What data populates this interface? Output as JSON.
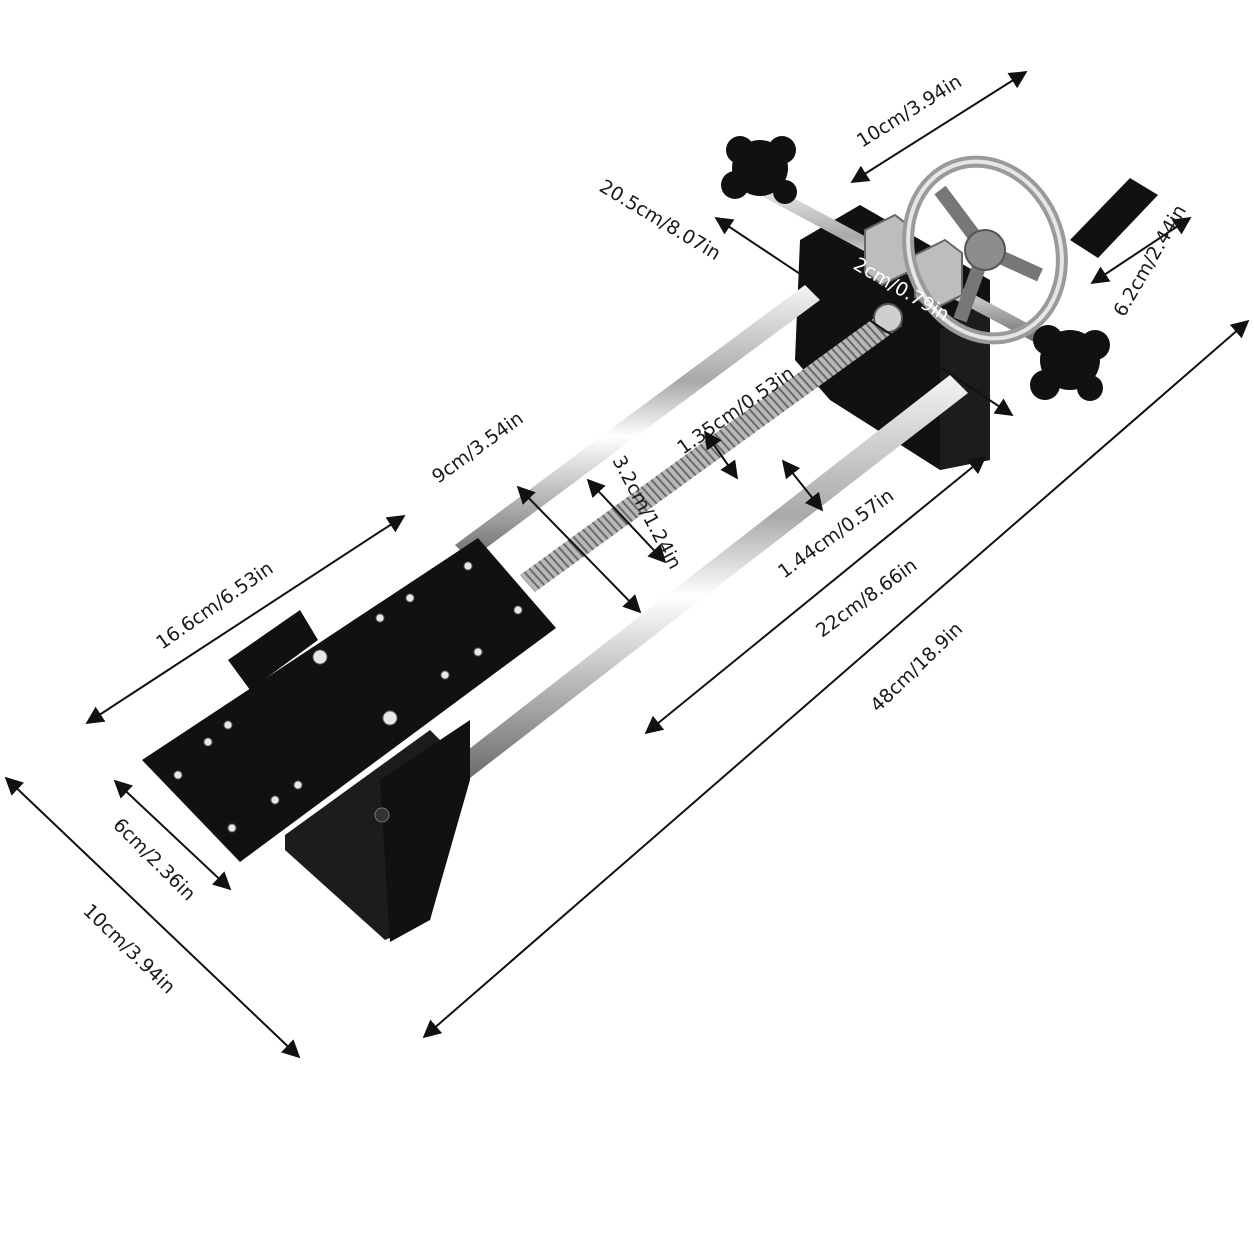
{
  "dimensions": {
    "top_width": "10cm/3.94in",
    "crank_length": "20.5cm/8.07in",
    "handle_width": "6.2cm/2.44in",
    "clamp_gap": "2cm/0.79in",
    "screw_diameter": "1.35cm/0.53in",
    "rod_spacing": "9cm/3.54in",
    "inner_gap": "3.2cm/1.24in",
    "rod_diameter": "1.44cm/0.57in",
    "plate_length": "16.6cm/6.53in",
    "rail_length": "22cm/8.66in",
    "total_length": "48cm/18.9in",
    "base_width": "6cm/2.36in",
    "base_height": "10cm/3.94in"
  }
}
